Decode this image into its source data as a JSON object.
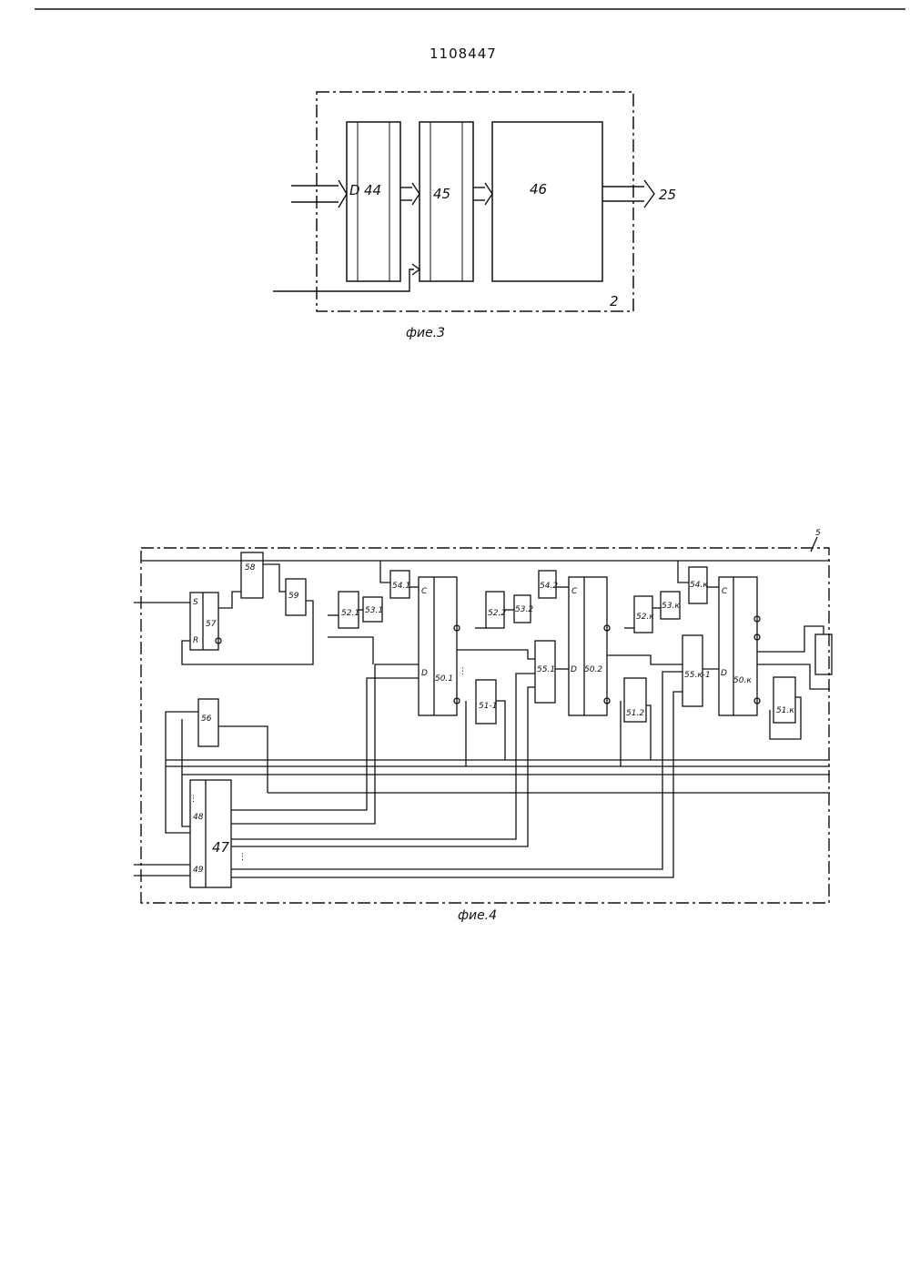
{
  "header": {
    "patent_number": "1108447"
  },
  "fig3": {
    "caption": "фие.3",
    "boundary_label": "2",
    "input_letter": "D",
    "blocks": {
      "b44": "44",
      "b45": "45",
      "b46": "46"
    },
    "output_label": "25"
  },
  "fig4": {
    "caption": "фие.4",
    "boundary_label": "5",
    "blocks": {
      "b47": "47",
      "b48": "48",
      "b49": "49",
      "b56": "56",
      "b57": "57",
      "b58": "58",
      "b59": "59",
      "b50_1": "50.1",
      "b50_2": "50.2",
      "b50_k": "50.к",
      "b51_1": "51-1",
      "b51_2": "51.2",
      "b51_k": "51.к",
      "b52_1": "52.1",
      "b52_2": "52.2",
      "b52_k": "52.к",
      "b53_1": "53.1",
      "b53_2": "53.2",
      "b53_k": "53.к",
      "b54_1": "54.1",
      "b54_2": "54.2",
      "b54_k": "54.к",
      "b55_1": "55.1",
      "b55_k1": "55.к-1"
    },
    "pins": {
      "s": "S",
      "r": "R",
      "c": "C",
      "d": "D",
      "ellipsis": "⋮"
    }
  }
}
